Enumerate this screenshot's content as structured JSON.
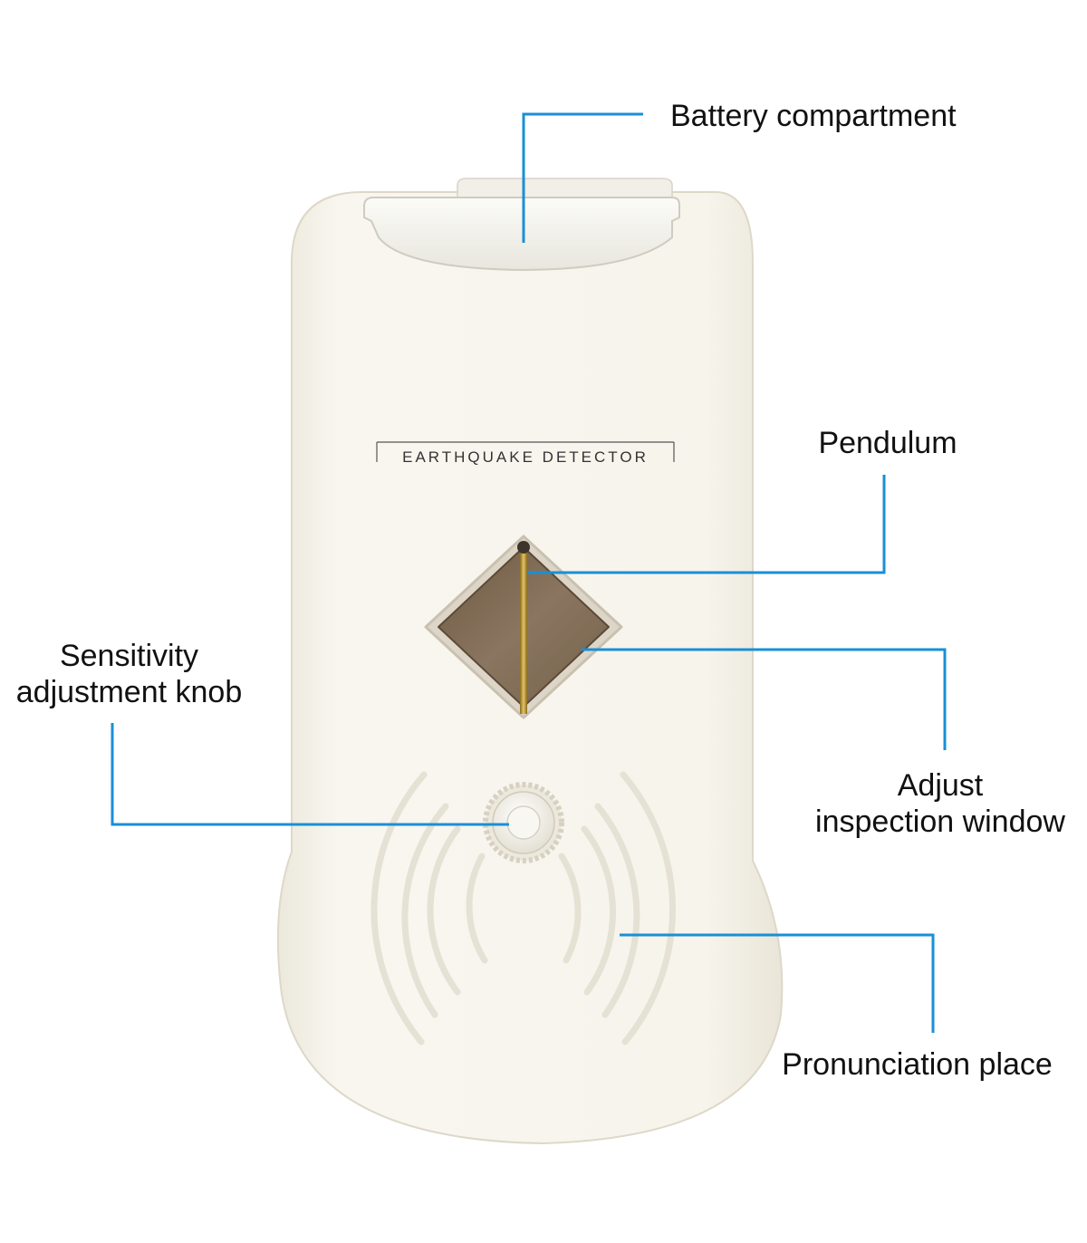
{
  "product": {
    "brand_text": "EARTHQUAKE DETECTOR"
  },
  "callouts": {
    "battery": "Battery compartment",
    "pendulum": "Pendulum",
    "sensitivity_line1": "Sensitivity",
    "sensitivity_line2": "adjustment knob",
    "adjust_line1": "Adjust",
    "adjust_line2": "inspection window",
    "pronunciation": "Pronunciation place"
  },
  "colors": {
    "leader_line": "#1a8fd6",
    "body": "#f6f3ea",
    "label_text": "#111111"
  }
}
